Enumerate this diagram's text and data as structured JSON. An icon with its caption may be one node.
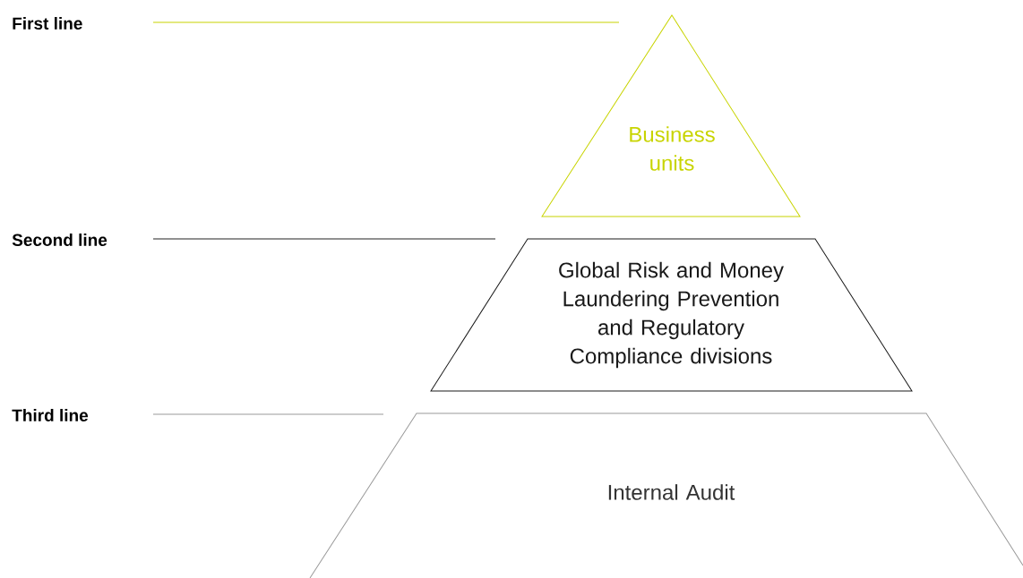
{
  "diagram": {
    "nodes": [
      {
        "text": [
          "Business units"
        ]
      },
      {
        "text": [
          "Global Risk and Money Laundering Prevention and Regulatory Compliance divisions"
        ]
      },
      {
        "text": [
          "Internal Audit"
        ]
      }
    ],
    "labels": [
      "First line",
      "Second line",
      "Third line"
    ]
  }
}
